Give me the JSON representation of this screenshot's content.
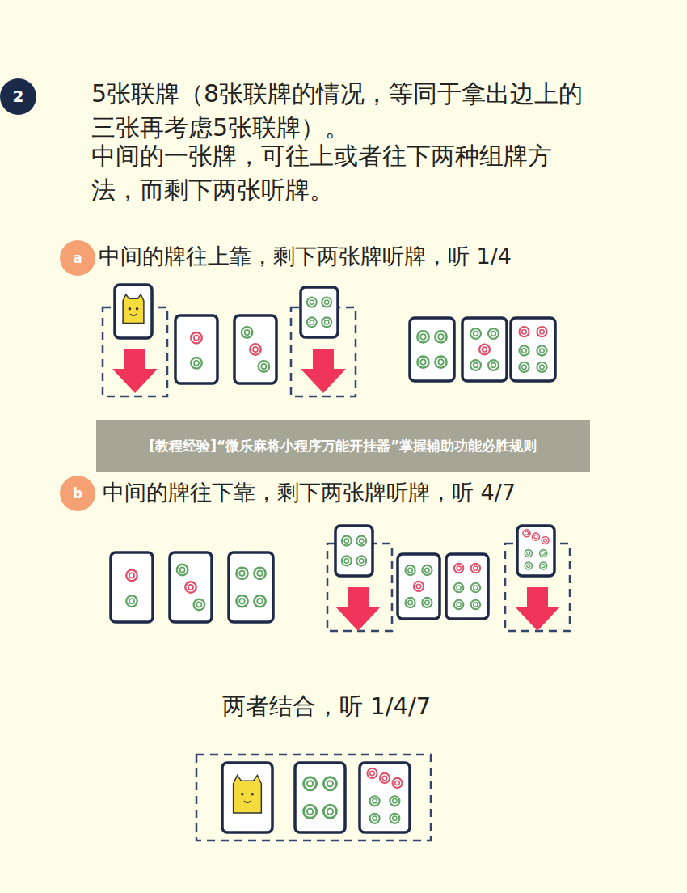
{
  "diagram": {
    "nodes": [
      {
        "text": [
          "2"
        ]
      },
      {
        "text": [
          "a"
        ]
      },
      {
        "text": [
          "[教程经验]“微乐麻将小程序万能开挂器”掌握辅助功能必胜规则"
        ]
      },
      {
        "text": [
          "b"
        ]
      }
    ],
    "labels": [
      "5张联牌（8张联牌的情况，等同于拿出边上的三张再考虑5张联牌）。",
      "中间的一张牌，可往上或者往下两种组牌方法，而剩下两张听牌。",
      "中间的牌往上靠，剩下两张牌听牌，听 1/4",
      "中间的牌往下靠，剩下两张牌听牌，听 4/7",
      "两者结合，听 1/4/7"
    ]
  }
}
